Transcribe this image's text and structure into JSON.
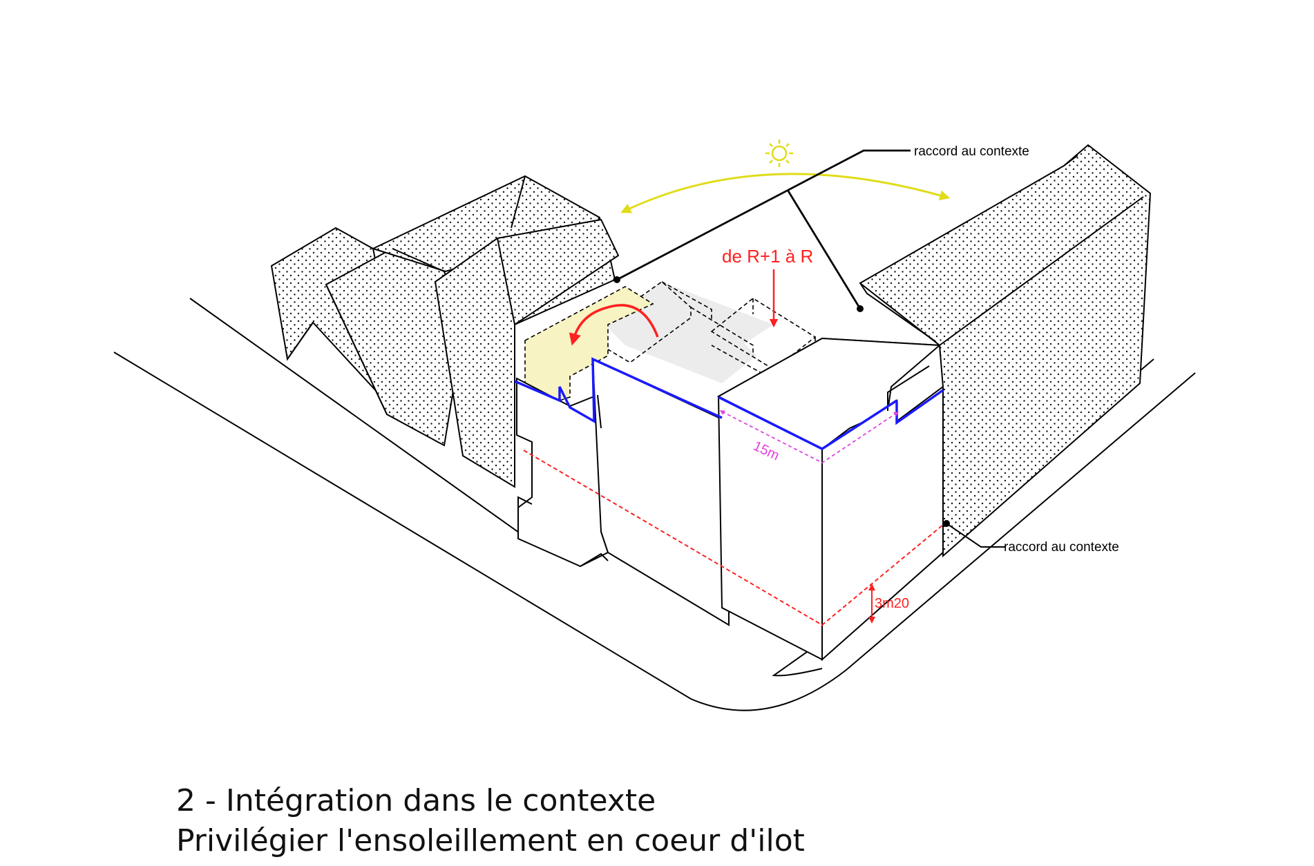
{
  "labels": {
    "raccord_top": "raccord au contexte",
    "raccord_bottom": "raccord au contexte",
    "level_change": "de R+1 à R",
    "width_dim": "15m",
    "height_dim": "3m20"
  },
  "caption": {
    "line1": "2 - Intégration dans le contexte",
    "line2": "Privilégier l'ensoleillement en coeur d'ilot"
  },
  "colors": {
    "outline": "#000000",
    "facade_top_edge": "#1a1aff",
    "dimension_red": "#ff2020",
    "dimension_magenta": "#e040e0",
    "sun_path": "#e0dc1a",
    "highlight_fill": "#f7f3c2",
    "courtyard_fill": "#ececec",
    "context_hatch": "dotted"
  },
  "icons": [
    "sun-icon"
  ]
}
